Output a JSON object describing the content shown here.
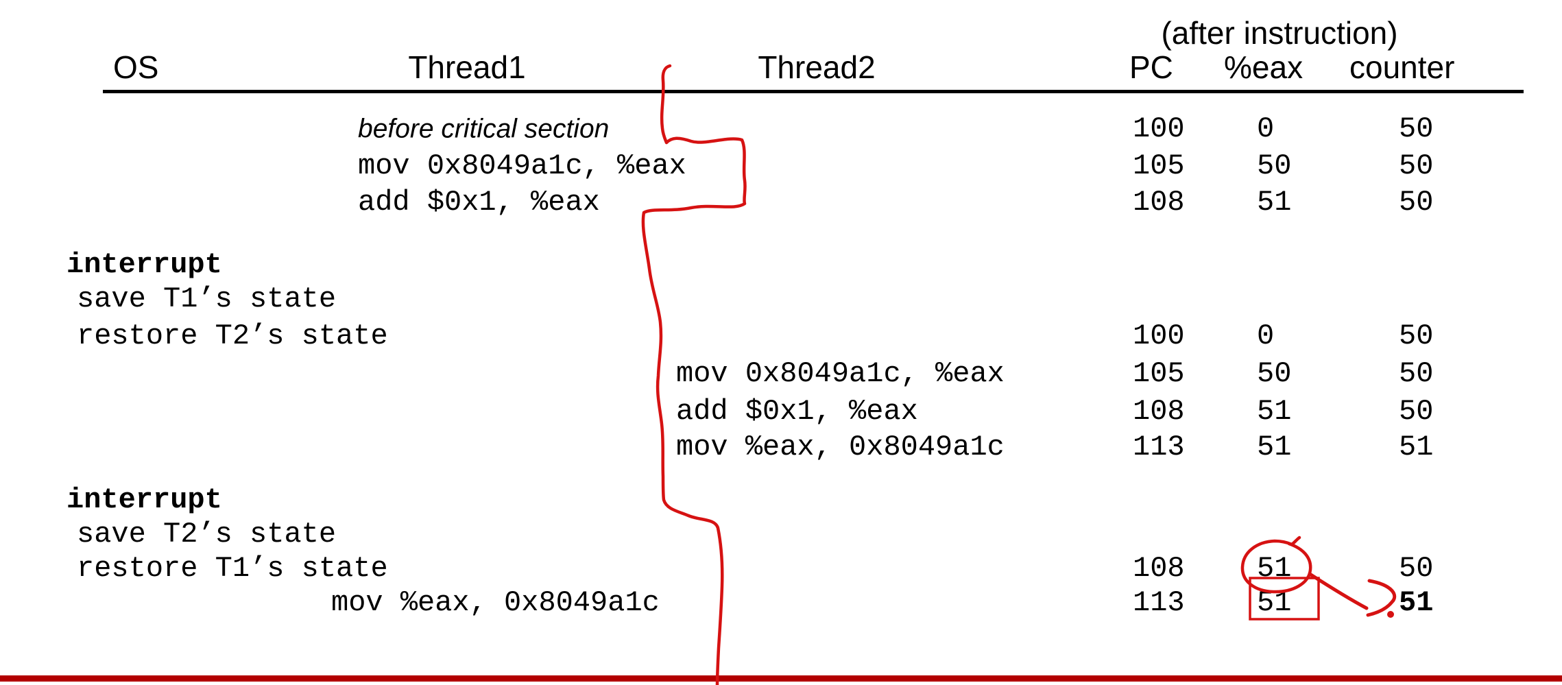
{
  "title": "Race condition instruction trace with two threads",
  "header": {
    "after_instruction": "(after instruction)",
    "os": "OS",
    "thread1": "Thread1",
    "thread2": "Thread2",
    "pc": "PC",
    "eax": "%eax",
    "counter": "counter"
  },
  "rows": [
    {
      "col": "t1",
      "style": "italic",
      "text": "before critical section",
      "pc": "100",
      "eax": "0",
      "counter": "50"
    },
    {
      "col": "t1",
      "text": "mov 0x8049a1c, %eax",
      "pc": "105",
      "eax": "50",
      "counter": "50"
    },
    {
      "col": "t1",
      "text": "add $0x1, %eax",
      "pc": "108",
      "eax": "51",
      "counter": "50"
    },
    {
      "col": "os",
      "style": "bold",
      "text": "interrupt"
    },
    {
      "col": "os",
      "indent": true,
      "text": "save T1’s state"
    },
    {
      "col": "os",
      "indent": true,
      "text": "restore T2’s state",
      "pc": "100",
      "eax": "0",
      "counter": "50"
    },
    {
      "col": "t2",
      "text": "mov 0x8049a1c, %eax",
      "pc": "105",
      "eax": "50",
      "counter": "50"
    },
    {
      "col": "t2",
      "text": "add $0x1, %eax",
      "pc": "108",
      "eax": "51",
      "counter": "50"
    },
    {
      "col": "t2",
      "text": "mov %eax, 0x8049a1c",
      "pc": "113",
      "eax": "51",
      "counter": "51"
    },
    {
      "col": "os",
      "style": "bold",
      "text": "interrupt"
    },
    {
      "col": "os",
      "indent": true,
      "text": "save T2’s state"
    },
    {
      "col": "os",
      "indent": true,
      "text": "restore T1’s state",
      "pc": "108",
      "eax": "51",
      "counter": "50",
      "eax_annotation": "circled"
    },
    {
      "col": "t1",
      "text": "mov %eax, 0x8049a1c",
      "pc": "113",
      "eax": "51",
      "counter": "51",
      "eax_annotation": "boxed",
      "counter_style": "bold"
    }
  ],
  "annotations": {
    "ink_color": "#d61212",
    "bar_color": "#b30000",
    "divider_note": "hand-drawn red squiggle separating Thread1 and Thread2 execution columns",
    "circle_note": "red circle around %eax value 51 restored after restore T1’s state",
    "box_note": "red box around %eax value 51 at final mov %eax, 0x8049a1c",
    "arrow_note": "red arrow from circled %eax 51 to final counter value 51",
    "emphasis_note": "final counter value 51 shown bold"
  }
}
